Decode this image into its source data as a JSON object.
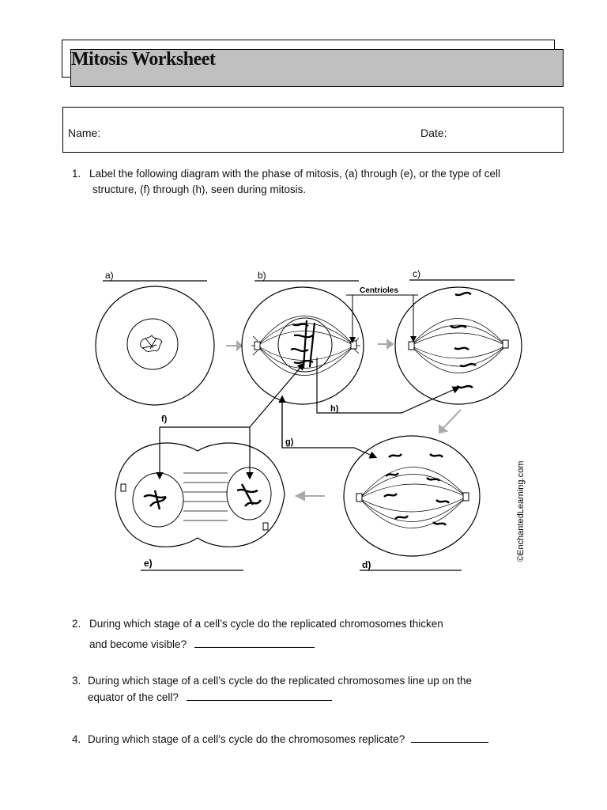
{
  "header": {
    "title": "Mitosis Worksheet"
  },
  "info": {
    "name_label": "Name:",
    "date_label": "Date:"
  },
  "questions": [
    {
      "num": "1.",
      "line1": "Label the following diagram with the phase of mitosis, (a) through (e), or the type of cell",
      "line2": "structure, (f) through (h), seen during mitosis."
    },
    {
      "num": "2.",
      "line1": "During which stage of a cell’s cycle do the replicated chromosomes thicken",
      "line2": "and become visible?"
    },
    {
      "num": "3.",
      "line1": "During which stage of a cell’s cycle do the replicated chromosomes line up on the",
      "line2": "equator of the cell?"
    },
    {
      "num": "4.",
      "line1": "During which stage of a cell’s cycle do the chromosomes replicate?"
    }
  ],
  "diagram": {
    "labels": {
      "a": "a)",
      "b": "b)",
      "c": "c)",
      "d": "d)",
      "e": "e)",
      "f": "f)",
      "g": "g)",
      "h": "h)"
    },
    "centrioles": "Centrioles",
    "credit": "©EnchantedLearning.com"
  }
}
